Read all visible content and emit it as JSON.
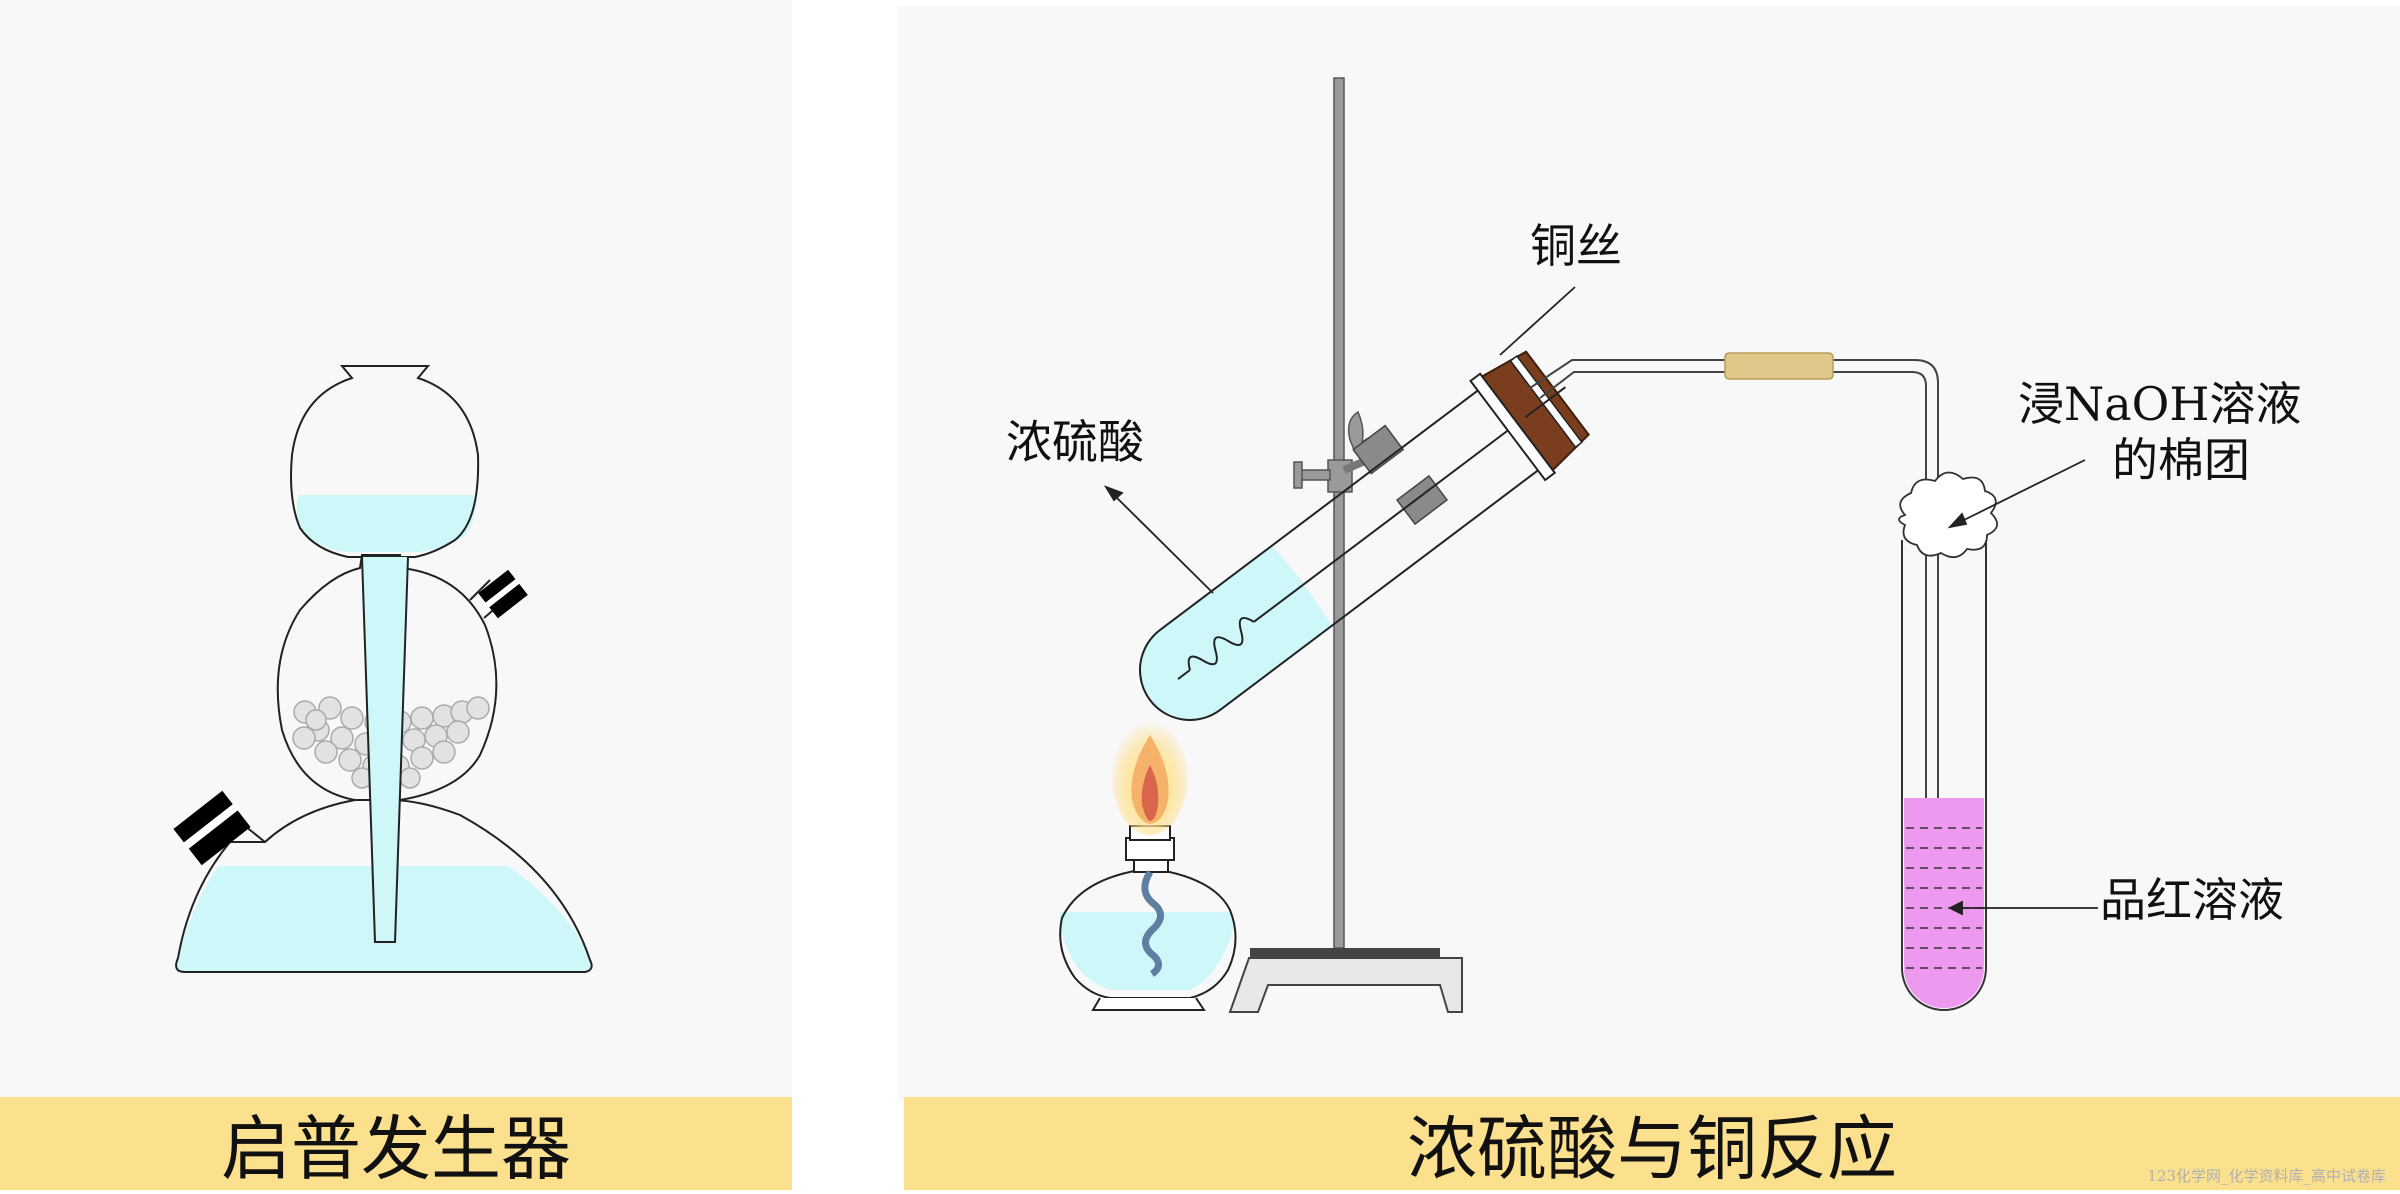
{
  "left_panel": {
    "caption": "启普发生器"
  },
  "right_panel": {
    "caption": "浓硫酸与铜反应",
    "labels": {
      "concentrated_sulfuric_acid": "浓硫酸",
      "copper_wire": "铜丝",
      "cotton_line1_prefix": "浸",
      "cotton_line1_formula": "NaOH",
      "cotton_line1_suffix": "溶液",
      "cotton_line2": "的棉团",
      "magenta_solution": "品红溶液"
    }
  },
  "watermark": "123化学网_化学资料库_高中试卷库",
  "colors": {
    "panel_bg": "#f8f8f8",
    "caption_bg": "#fbe08e",
    "liquid_cyan": "#cdf7f8",
    "magenta_liquid": "#ee99f0",
    "stopper_brown": "#7a3e1e",
    "rubber_tube": "#e0c88a"
  }
}
